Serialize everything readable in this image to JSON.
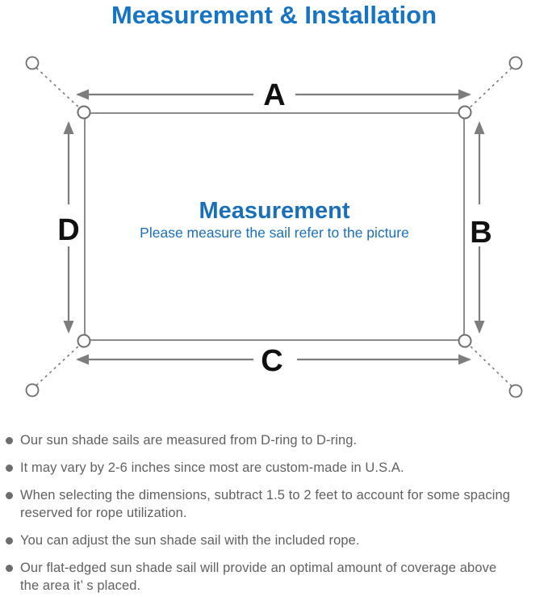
{
  "title": "Measurement & Installation",
  "colors": {
    "accent_blue": "#1674c3",
    "heading_blue": "#1a70b8",
    "line_gray": "#7d7d7d",
    "text_gray": "#616161"
  },
  "diagram": {
    "label_a": "A",
    "label_b": "B",
    "label_c": "C",
    "label_d": "D",
    "heading": "Measurement",
    "subheading": "Please measure the sail refer to the picture"
  },
  "bullets": [
    {
      "lines": [
        "Our sun shade sails are measured from D-ring to D-ring."
      ]
    },
    {
      "lines": [
        "It may vary by 2-6 inches since most are custom-made in U.S.A."
      ]
    },
    {
      "lines": [
        "When selecting the dimensions, subtract 1.5 to 2 feet to account for some spacing",
        "reserved for rope utilization."
      ]
    },
    {
      "lines": [
        "You can adjust the sun shade sail with the included rope."
      ]
    },
    {
      "lines": [
        "Our flat-edged sun shade sail will provide an optimal amount of coverage above",
        "the area it’ s placed."
      ]
    }
  ]
}
